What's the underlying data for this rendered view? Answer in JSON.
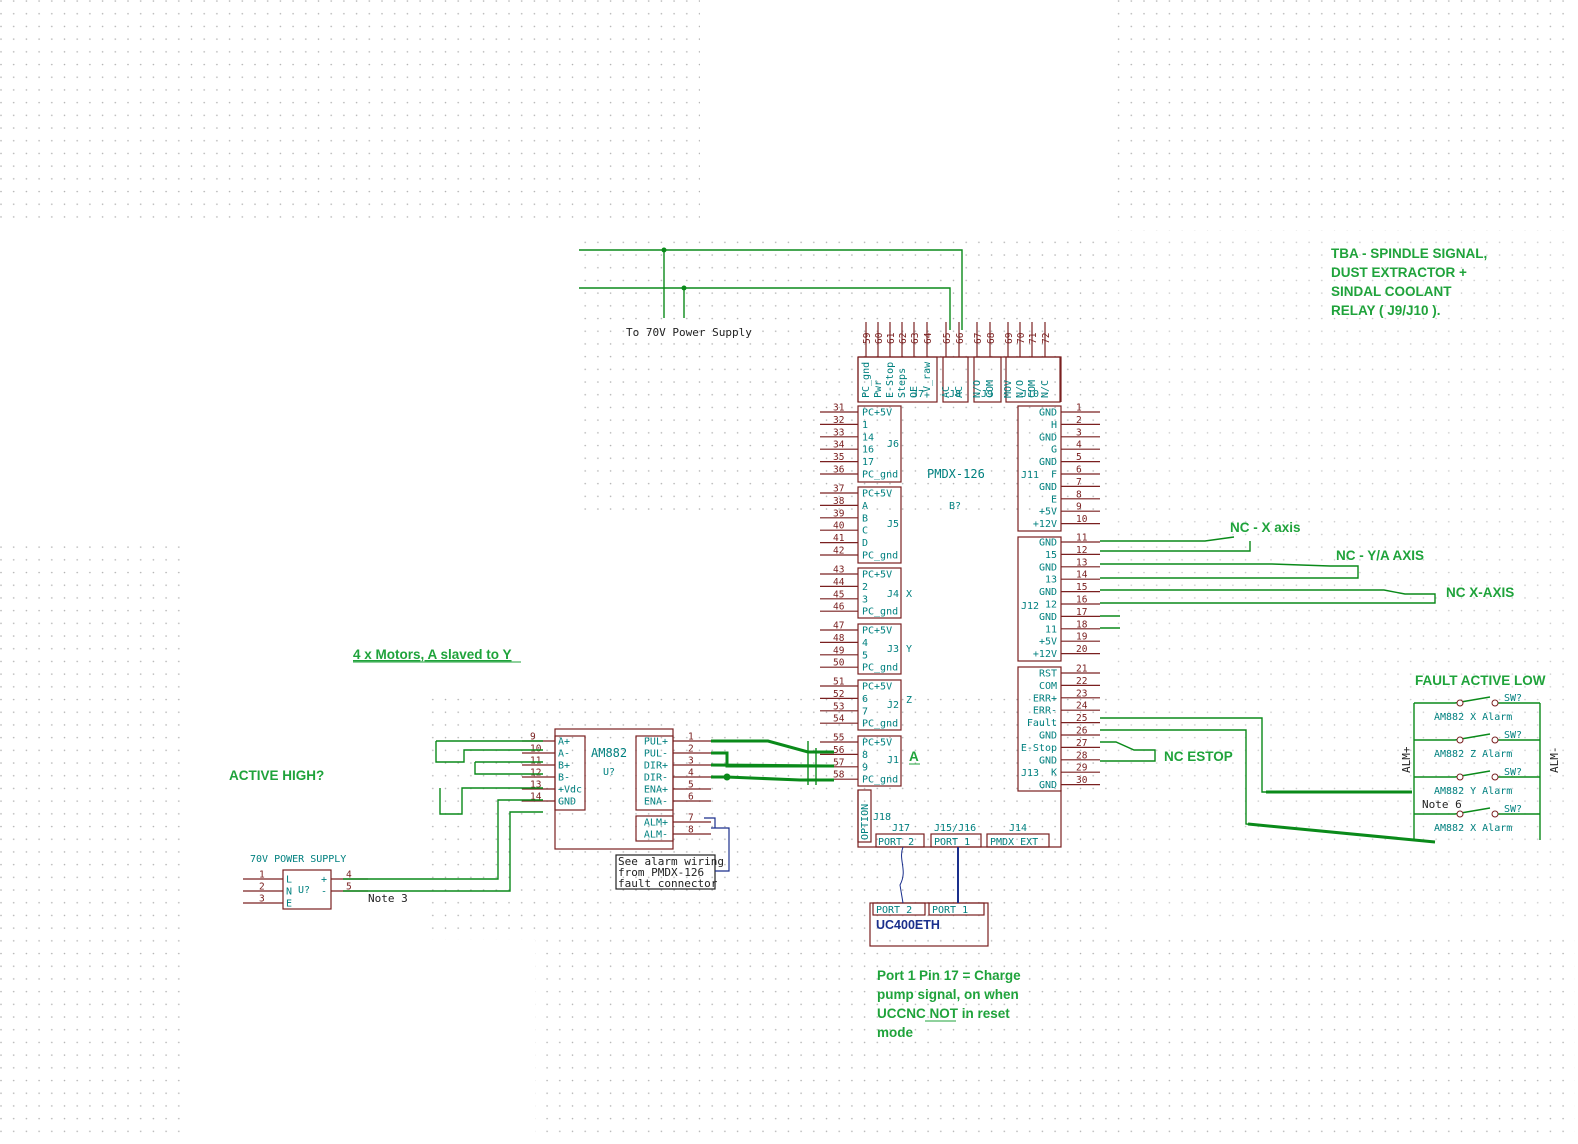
{
  "colors": {
    "component": "#7a2020",
    "wire": "#0a8a1a",
    "label": "#00807f",
    "annotation": "#1fa33b",
    "bus": "#1a2f8c"
  },
  "board": {
    "ref": "PMDX-126",
    "ref2": "B?",
    "top_pins": [
      "59",
      "60",
      "61",
      "62",
      "63",
      "64",
      "65",
      "66",
      "67",
      "68",
      "69",
      "70",
      "71",
      "72"
    ],
    "j7": {
      "name": "J7",
      "pins": [
        "PC_gnd",
        "Pwr",
        "E-Stop",
        "Steps",
        "OE",
        "+V_raw"
      ]
    },
    "j8": {
      "name": "J8",
      "pins": [
        "AC",
        "AC"
      ]
    },
    "j9": {
      "name": "J9",
      "pins": [
        "N/O",
        "COM"
      ]
    },
    "j10": {
      "name": "J10",
      "pins": [
        "MOV",
        "N/O",
        "COM",
        "N/C"
      ]
    },
    "j6": {
      "name": "J6",
      "nums": [
        "31",
        "32",
        "33",
        "34",
        "35",
        "36"
      ],
      "pins": [
        "PC+5V",
        "1",
        "14",
        "16",
        "17",
        "PC_gnd"
      ]
    },
    "j5": {
      "name": "J5",
      "nums": [
        "37",
        "38",
        "39",
        "40",
        "41",
        "42"
      ],
      "pins": [
        "PC+5V",
        "A",
        "B",
        "C",
        "D",
        "PC_gnd"
      ]
    },
    "j4": {
      "name": "J4",
      "axis": "X",
      "nums": [
        "43",
        "44",
        "45",
        "46"
      ],
      "pins": [
        "PC+5V",
        "2",
        "3",
        "PC_gnd"
      ]
    },
    "j3": {
      "name": "J3",
      "axis": "Y",
      "nums": [
        "47",
        "48",
        "49",
        "50"
      ],
      "pins": [
        "PC+5V",
        "4",
        "5",
        "PC_gnd"
      ]
    },
    "j2": {
      "name": "J2",
      "axis": "Z",
      "nums": [
        "51",
        "52",
        "53",
        "54"
      ],
      "pins": [
        "PC+5V",
        "6",
        "7",
        "PC_gnd"
      ]
    },
    "j1": {
      "name": "J1",
      "axis": "A",
      "nums": [
        "55",
        "56",
        "57",
        "58"
      ],
      "pins": [
        "PC+5V",
        "8",
        "9",
        "PC_gnd"
      ]
    },
    "j11": {
      "name": "J11",
      "nums": [
        "1",
        "2",
        "3",
        "4",
        "5",
        "6",
        "7",
        "8",
        "9",
        "10"
      ],
      "pins": [
        "GND",
        "H",
        "GND",
        "G",
        "GND",
        "F",
        "GND",
        "E",
        "+5V",
        "+12V"
      ]
    },
    "j12": {
      "name": "J12",
      "nums": [
        "11",
        "12",
        "13",
        "14",
        "15",
        "16",
        "17",
        "18",
        "19",
        "20"
      ],
      "pins": [
        "GND",
        "15",
        "GND",
        "13",
        "GND",
        "12",
        "GND",
        "11",
        "+5V",
        "+12V"
      ]
    },
    "j13": {
      "name": "J13",
      "nums": [
        "21",
        "22",
        "23",
        "24",
        "25",
        "26",
        "27",
        "28",
        "29",
        "30"
      ],
      "pins": [
        "RST",
        "COM",
        "ERR+",
        "ERR-",
        "Fault",
        "GND",
        "E-Stop",
        "GND",
        "K",
        "GND"
      ]
    },
    "j18": {
      "name": "J18",
      "label": "OPTION"
    },
    "ports": [
      {
        "name": "J17",
        "label": "PORT 2"
      },
      {
        "name": "J15/J16",
        "label": "PORT 1"
      },
      {
        "name": "J14",
        "label": "PMDX EXT"
      }
    ]
  },
  "uc": {
    "name": "UC400ETH",
    "ports": [
      "PORT 2",
      "PORT 1"
    ]
  },
  "driver": {
    "name": "AM882",
    "ref": "U?",
    "left_nums": [
      "9",
      "10",
      "11",
      "12",
      "13",
      "14"
    ],
    "left_pins": [
      "A+",
      "A-",
      "B+",
      "B-",
      "+Vdc",
      "GND"
    ],
    "right_nums": [
      "1",
      "2",
      "3",
      "4",
      "5",
      "6"
    ],
    "right_pins": [
      "PUL+",
      "PUL-",
      "DIR+",
      "DIR-",
      "ENA+",
      "ENA-"
    ],
    "alm_nums": [
      "7",
      "8"
    ],
    "alm_pins": [
      "ALM+",
      "ALM-"
    ]
  },
  "psu": {
    "title": "70V POWER SUPPLY",
    "ref": "U?",
    "left_nums": [
      "1",
      "2",
      "3"
    ],
    "left_pins": [
      "L",
      "N",
      "E"
    ],
    "right_nums": [
      "4",
      "5"
    ],
    "right_pins": [
      "+",
      "-"
    ],
    "note": "Note 3"
  },
  "alarm_note": [
    "See alarm wiring",
    "from PMDX-126",
    "fault connector"
  ],
  "switches": {
    "labels": [
      "AM882 X Alarm",
      "AM882 Z Alarm",
      "AM882 Y Alarm",
      "AM882 X Alarm"
    ],
    "ref": "SW?",
    "alm_plus": "ALM+",
    "alm_minus": "ALM-",
    "note": "Note 6"
  },
  "texts": {
    "to_psu": "To 70V Power Supply",
    "tba": [
      "TBA - SPINDLE SIGNAL,",
      "DUST EXTRACTOR +",
      "SINDAL COOLANT",
      "RELAY ( J9/J10 )."
    ],
    "nc_x": "NC - X axis",
    "nc_ya": "NC - Y/A AXIS",
    "nc_x2": "NC X-AXIS",
    "fault": "FAULT ACTIVE LOW",
    "nc_estop": "NC ESTOP",
    "motors": "4 x Motors, A slaved to Y",
    "active_high": "ACTIVE HIGH?",
    "a_label": "A",
    "charge": [
      "Port 1 Pin 17 = Charge",
      "pump signal, on when",
      "UCCNC NOT in reset",
      "mode"
    ]
  }
}
